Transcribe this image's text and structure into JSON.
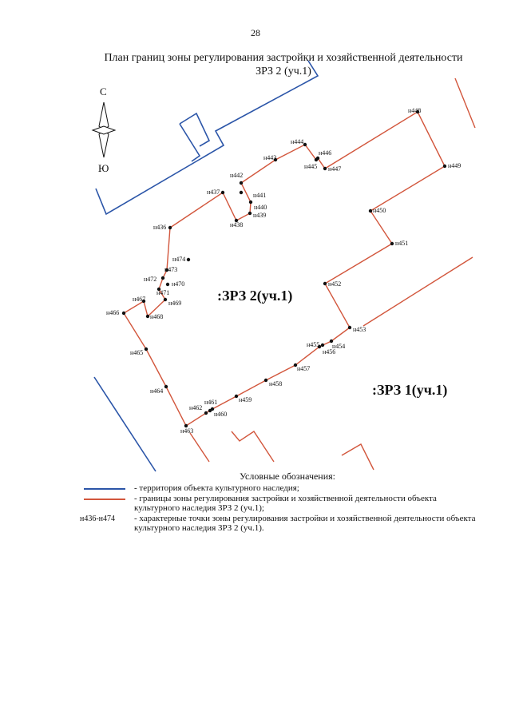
{
  "page_number": "28",
  "title": "План границ зоны регулирования застройки и хозяйственной деятельности ЗРЗ 2 (уч.1)",
  "compass": {
    "north": "С",
    "south": "Ю"
  },
  "zones": {
    "zrz2": ":ЗРЗ 2(уч.1)",
    "zrz1": ":ЗРЗ 1(уч.1)"
  },
  "colors": {
    "heritage_line": "#2b55a8",
    "zone_line": "#d2563c",
    "points": "#111111"
  },
  "points": {
    "n436": "н436",
    "n437": "н437",
    "n438": "н438",
    "n439": "н439",
    "n440": "н440",
    "n441": "н441",
    "n442": "н442",
    "n443": "н443",
    "n444": "н444",
    "n445": "н445",
    "n446": "н446",
    "n447": "н447",
    "n448": "н448",
    "n449": "н449",
    "n450": "н450",
    "n451": "н451",
    "n452": "н452",
    "n453": "н453",
    "n454": "н454",
    "n455": "н455",
    "n456": "н456",
    "n457": "н457",
    "n458": "н458",
    "n459": "н459",
    "n460": "н460",
    "n461": "н461",
    "n462": "н462",
    "n463": "н463",
    "n464": "н464",
    "n465": "н465",
    "n466": "н466",
    "n467": "н467",
    "n468": "н468",
    "n469": "н469",
    "n470": "н470",
    "n471": "н471",
    "n472": "н472",
    "n473": "н473",
    "n474": "н474"
  },
  "legend": {
    "header": "Условные обозначения:",
    "items": [
      {
        "key_type": "line",
        "color": "#2b55a8",
        "text": "- территория объекта культурного наследия;"
      },
      {
        "key_type": "line",
        "color": "#d2563c",
        "text": "- границы зоны регулирования застройки и хозяйственной деятельности объекта культурного наследия ЗРЗ 2 (уч.1);"
      },
      {
        "key_type": "text",
        "key": "н436-н474",
        "text": "- характерные точки зоны регулирования застройки и хозяйственной деятельности объекта культурного наследия ЗРЗ 2 (уч.1)."
      }
    ]
  }
}
